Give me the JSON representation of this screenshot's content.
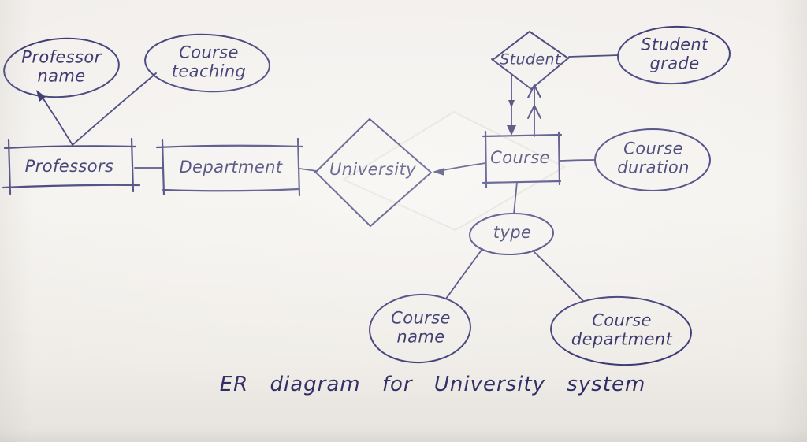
{
  "caption": "ER diagram for University system",
  "colors": {
    "ink": "#343270",
    "text": "#2a2861",
    "paper": "#f2efec"
  },
  "nodes": {
    "professor_name": {
      "label": "Professor\nname",
      "kind": "attribute"
    },
    "course_teaching": {
      "label": "Course\nteaching",
      "kind": "attribute"
    },
    "professors": {
      "label": "Professors",
      "kind": "entity"
    },
    "department": {
      "label": "Department",
      "kind": "entity"
    },
    "university": {
      "label": "University",
      "kind": "relationship"
    },
    "student": {
      "label": "Student",
      "kind": "relationship"
    },
    "student_grade": {
      "label": "Student\ngrade",
      "kind": "attribute"
    },
    "course": {
      "label": "Course",
      "kind": "entity"
    },
    "course_duration": {
      "label": "Course\nduration",
      "kind": "attribute"
    },
    "type": {
      "label": "type",
      "kind": "attribute"
    },
    "course_name": {
      "label": "Course\nname",
      "kind": "attribute"
    },
    "course_department": {
      "label": "Course\ndepartment",
      "kind": "attribute"
    }
  },
  "connections": [
    {
      "from": "professors",
      "to": "professor_name",
      "arrow": "to"
    },
    {
      "from": "professors",
      "to": "course_teaching",
      "arrow": "none"
    },
    {
      "from": "professors",
      "to": "department",
      "arrow": "none"
    },
    {
      "from": "department",
      "to": "university",
      "arrow": "none"
    },
    {
      "from": "course",
      "to": "university",
      "arrow": "to"
    },
    {
      "from": "student",
      "to": "course",
      "arrow": "to"
    },
    {
      "from": "course",
      "to": "student",
      "arrow": "to"
    },
    {
      "from": "student",
      "to": "student_grade",
      "arrow": "none"
    },
    {
      "from": "course",
      "to": "course_duration",
      "arrow": "none"
    },
    {
      "from": "course",
      "to": "type",
      "arrow": "none"
    },
    {
      "from": "type",
      "to": "course_name",
      "arrow": "none"
    },
    {
      "from": "type",
      "to": "course_department",
      "arrow": "none"
    }
  ]
}
